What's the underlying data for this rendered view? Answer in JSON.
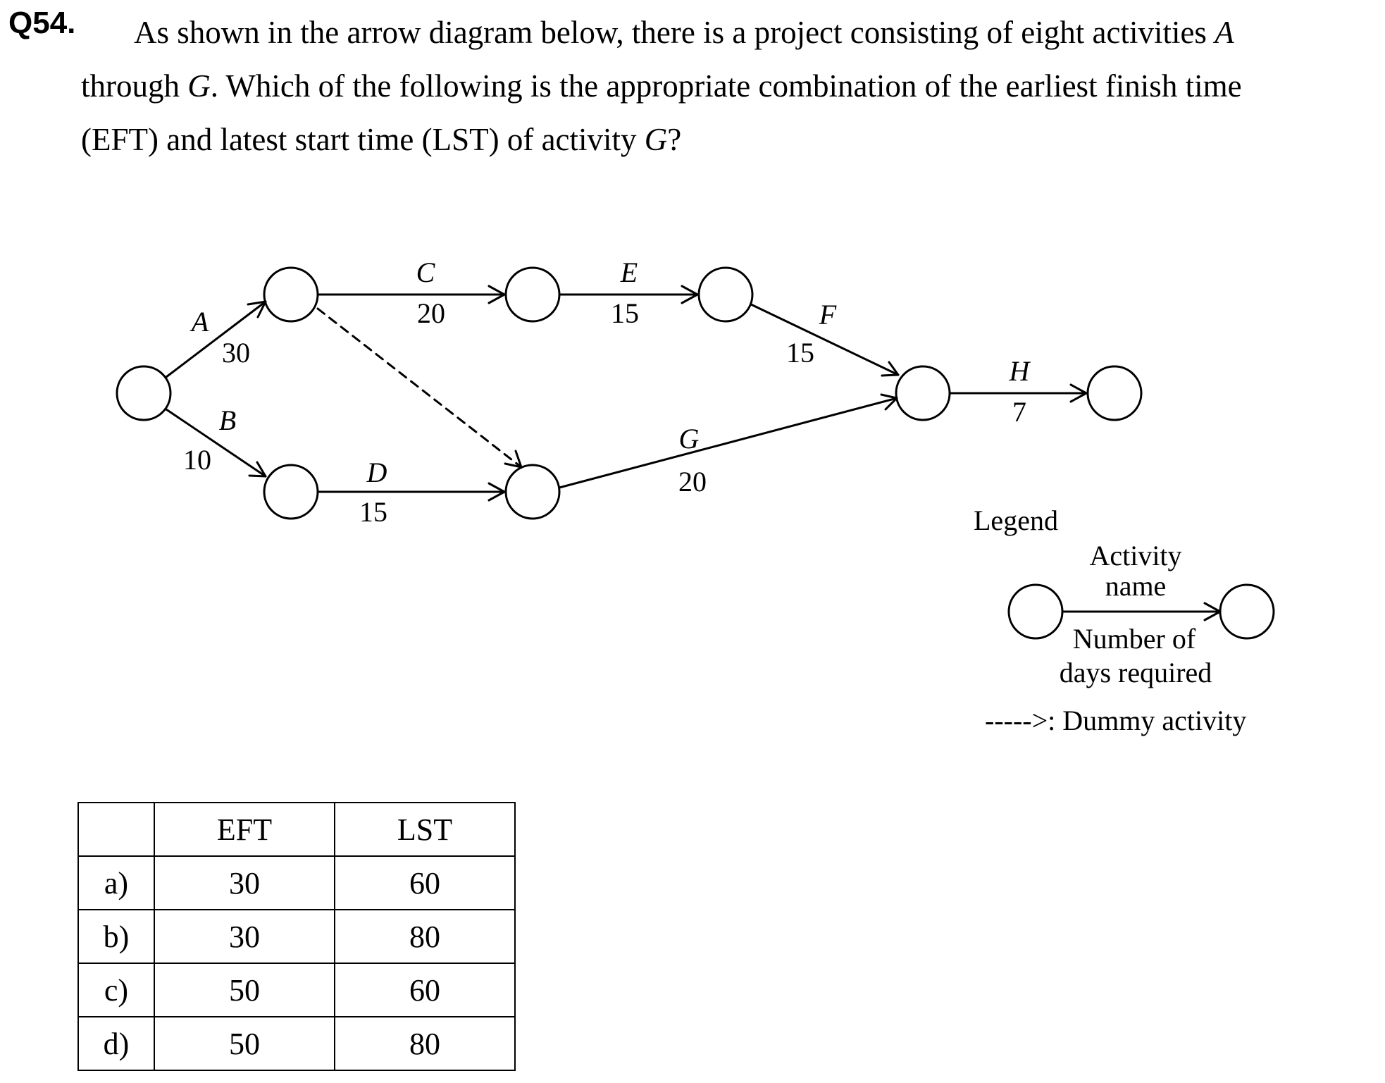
{
  "question": {
    "number": "Q54.",
    "line1_before": "As shown in the arrow diagram below, there is a project consisting of eight activities ",
    "line1_var": "A",
    "line2_before": "through ",
    "line2_var": "G",
    "line2_after": ".   Which of the following is the appropriate combination of the earliest finish time",
    "line3_before": "(EFT) and latest start time (LST) of activity ",
    "line3_var": "G",
    "line3_after": "?"
  },
  "diagram": {
    "activities": [
      {
        "name": "A",
        "days": "30"
      },
      {
        "name": "B",
        "days": "10"
      },
      {
        "name": "C",
        "days": "20"
      },
      {
        "name": "D",
        "days": "15"
      },
      {
        "name": "E",
        "days": "15"
      },
      {
        "name": "F",
        "days": "15"
      },
      {
        "name": "G",
        "days": "20"
      },
      {
        "name": "H",
        "days": "7"
      }
    ],
    "legend": {
      "title": "Legend",
      "activity_name_line1": "Activity",
      "activity_name_line2": "name",
      "days_line1": "Number of",
      "days_line2": "days required",
      "dummy": "----->: Dummy activity"
    }
  },
  "answers": {
    "headers": [
      "",
      "EFT",
      "LST"
    ],
    "rows": [
      {
        "option": "a)",
        "eft": "30",
        "lst": "60"
      },
      {
        "option": "b)",
        "eft": "30",
        "lst": "80"
      },
      {
        "option": "c)",
        "eft": "50",
        "lst": "60"
      },
      {
        "option": "d)",
        "eft": "50",
        "lst": "80"
      }
    ]
  }
}
